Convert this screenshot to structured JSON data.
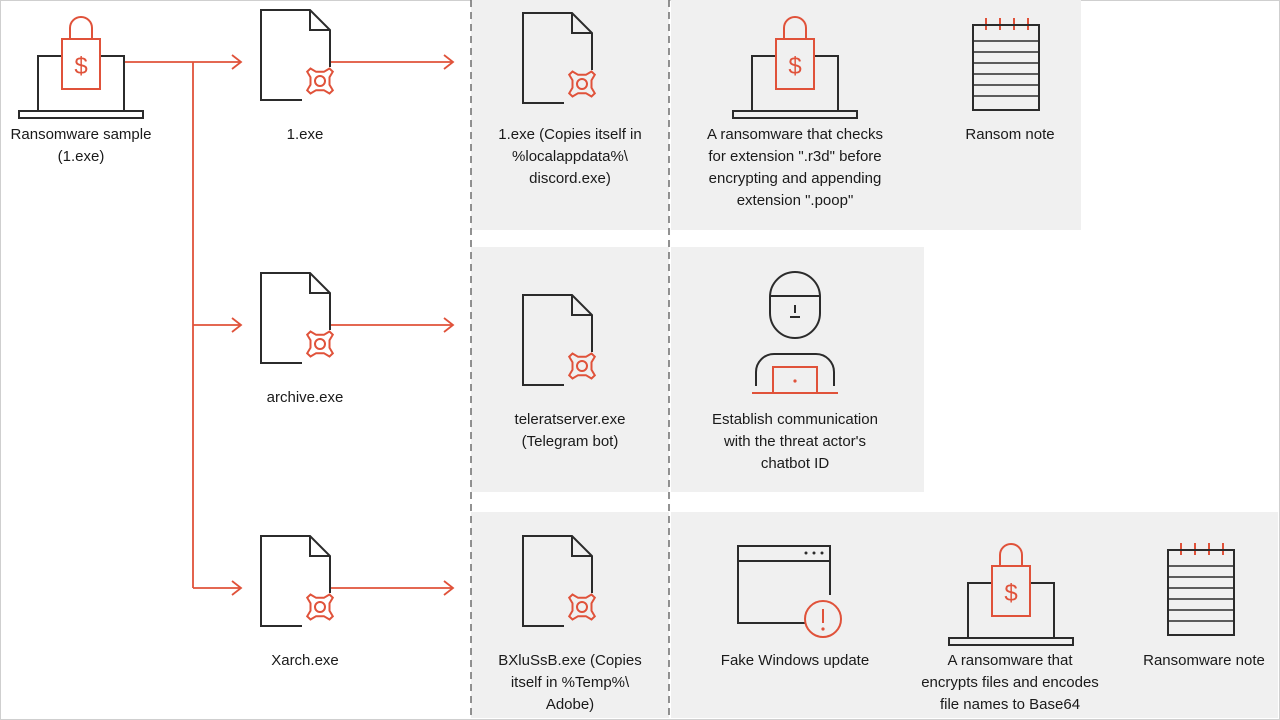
{
  "colors": {
    "accent": "#e0523a",
    "stroke": "#2b2b2b",
    "panel": "#f0f0f0",
    "divider": "#6e6e6e"
  },
  "source": {
    "label_line1": "Ransomware sample",
    "label_line2": "(1.exe)",
    "icon": "laptop-lock-icon"
  },
  "stage1": [
    {
      "label": "1.exe",
      "icon": "file-gear-icon"
    },
    {
      "label": "archive.exe",
      "icon": "file-gear-icon"
    },
    {
      "label": "Xarch.exe",
      "icon": "file-gear-icon"
    }
  ],
  "stage2": [
    {
      "lines": [
        "1.exe (Copies itself in",
        "%localappdata%\\",
        "discord.exe)"
      ],
      "icon": "file-gear-icon"
    },
    {
      "lines": [
        "teleratserver.exe",
        "(Telegram bot)"
      ],
      "icon": "file-gear-icon"
    },
    {
      "lines": [
        "BXluSsB.exe (Copies",
        "itself in %Temp%\\",
        "Adobe)"
      ],
      "icon": "file-gear-icon"
    }
  ],
  "stage3_row1": [
    {
      "lines": [
        "A ransomware that checks",
        "for extension \".r3d\" before",
        "encrypting and appending",
        "extension \".poop\""
      ],
      "icon": "laptop-lock-icon"
    },
    {
      "lines": [
        "Ransom note"
      ],
      "icon": "notepad-icon"
    }
  ],
  "stage3_row2": [
    {
      "lines": [
        "Establish communication",
        "with the threat actor's",
        "chatbot ID"
      ],
      "icon": "hacker-icon"
    }
  ],
  "stage3_row3": [
    {
      "lines": [
        "Fake Windows update"
      ],
      "icon": "warning-window-icon"
    },
    {
      "lines": [
        "A ransomware that",
        "encrypts files and encodes",
        "file names to Base64"
      ],
      "icon": "laptop-lock-icon"
    },
    {
      "lines": [
        "Ransomware note"
      ],
      "icon": "notepad-icon"
    }
  ]
}
